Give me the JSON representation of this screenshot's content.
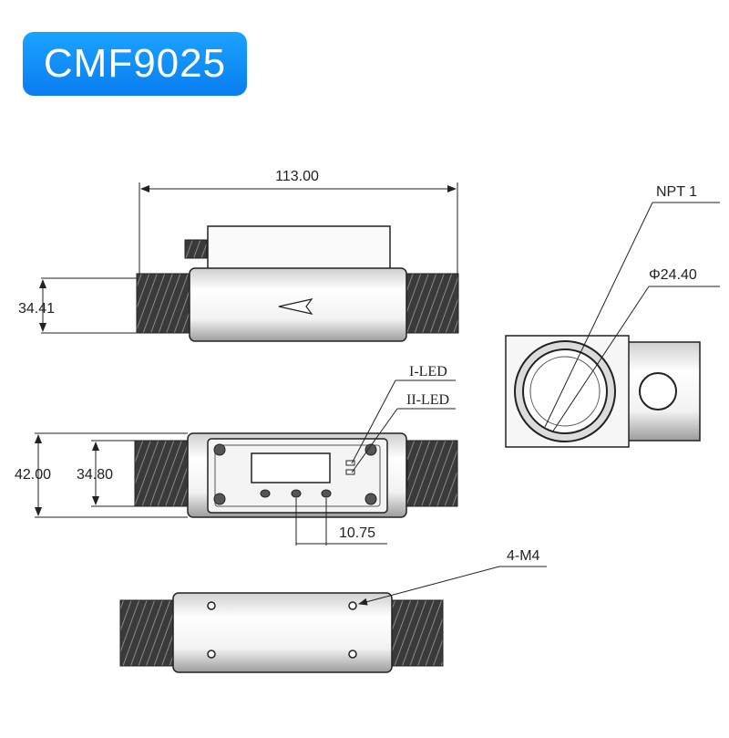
{
  "title": "CMF9025",
  "dimensions": {
    "length": "113.00",
    "height_top": "34.41",
    "height_outer": "42.00",
    "height_inner": "34.80",
    "button_spacing": "10.75"
  },
  "callouts": {
    "thread": "NPT 1",
    "diameter": "Φ24.40",
    "led1": "I-LED",
    "led2": "II-LED",
    "holes": "4-M4"
  }
}
